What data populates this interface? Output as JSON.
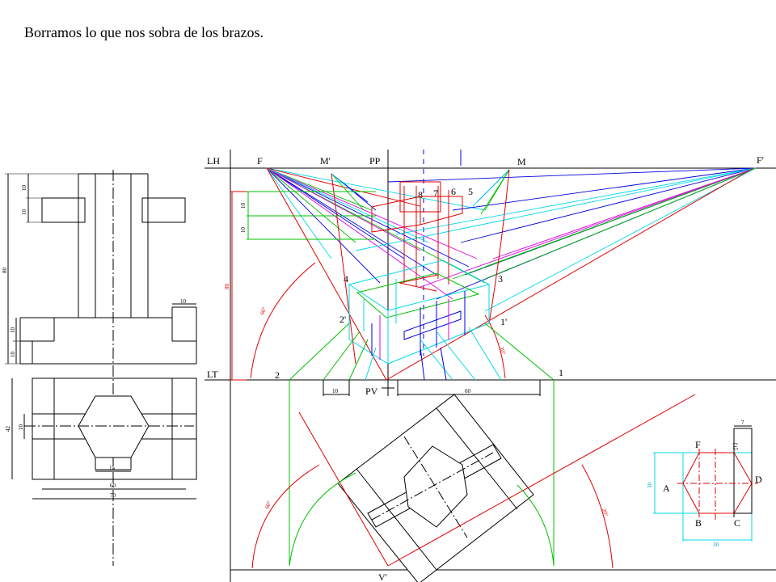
{
  "slide": {
    "title": "Borramos lo que nos sobra de los brazos."
  },
  "labels": {
    "lh": "LH",
    "lt": "LT",
    "pp": "PP",
    "pv": "PV",
    "vpp": "V'",
    "f": "F",
    "fp": "F'",
    "mp": "M'",
    "m": "M",
    "n4": "4",
    "n3": "3",
    "n2p": "2'",
    "n1p": "1'",
    "n2": "2",
    "n1": "1",
    "n5": "5",
    "n6": "6",
    "n7": "7",
    "n8": "8",
    "sa": "A",
    "sb": "B",
    "sc": "C",
    "sd": "D",
    "se": "E",
    "sf": "F"
  },
  "dims": {
    "d10a": "10",
    "d10b": "10",
    "d80": "80",
    "d10c": "10",
    "d10d": "10",
    "d10e": "10",
    "d10f": "10",
    "d42": "42",
    "d15": "15",
    "d60": "60",
    "d70": "70",
    "p10a": "10",
    "p10b": "10",
    "p80": "80",
    "p10c": "10",
    "p60": "60",
    "a60a": "60°",
    "a20a": "20°",
    "a60b": "60°",
    "a20b": "20°",
    "s7": "7",
    "s30a": "30",
    "s30b": "30"
  },
  "colors": {
    "red": "#e00000",
    "blue": "#0000e0",
    "green": "#00c000",
    "magenta": "#e000e0",
    "cyan": "#00d8e8"
  }
}
